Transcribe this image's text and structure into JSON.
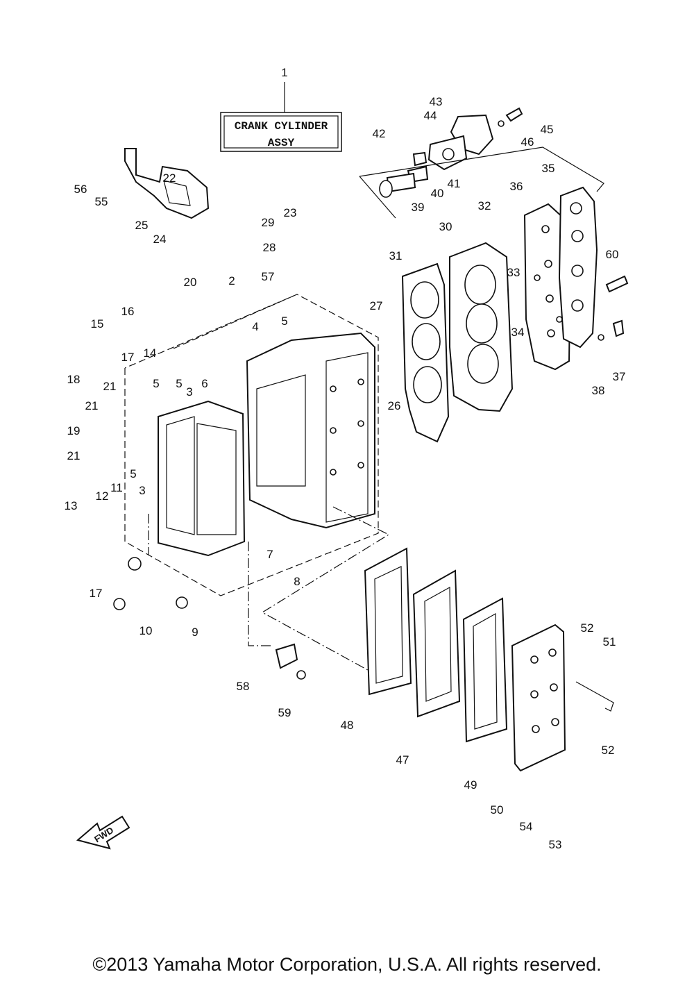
{
  "assy_box": {
    "line1": "CRANK CYLINDER",
    "line2": "ASSY"
  },
  "fwd_label": "FWD",
  "copyright": "©2013 Yamaha Motor Corporation, U.S.A. All rights reserved.",
  "callouts": [
    "1",
    "2",
    "3",
    "3",
    "4",
    "5",
    "5",
    "5",
    "5",
    "6",
    "7",
    "8",
    "9",
    "10",
    "11",
    "12",
    "13",
    "14",
    "15",
    "16",
    "17",
    "17",
    "18",
    "19",
    "20",
    "21",
    "21",
    "21",
    "22",
    "23",
    "24",
    "25",
    "26",
    "27",
    "28",
    "29",
    "30",
    "31",
    "32",
    "33",
    "34",
    "35",
    "36",
    "37",
    "38",
    "39",
    "40",
    "41",
    "42",
    "43",
    "44",
    "45",
    "46",
    "47",
    "48",
    "49",
    "50",
    "51",
    "52",
    "52",
    "53",
    "54",
    "55",
    "56",
    "57",
    "58",
    "59",
    "60"
  ]
}
